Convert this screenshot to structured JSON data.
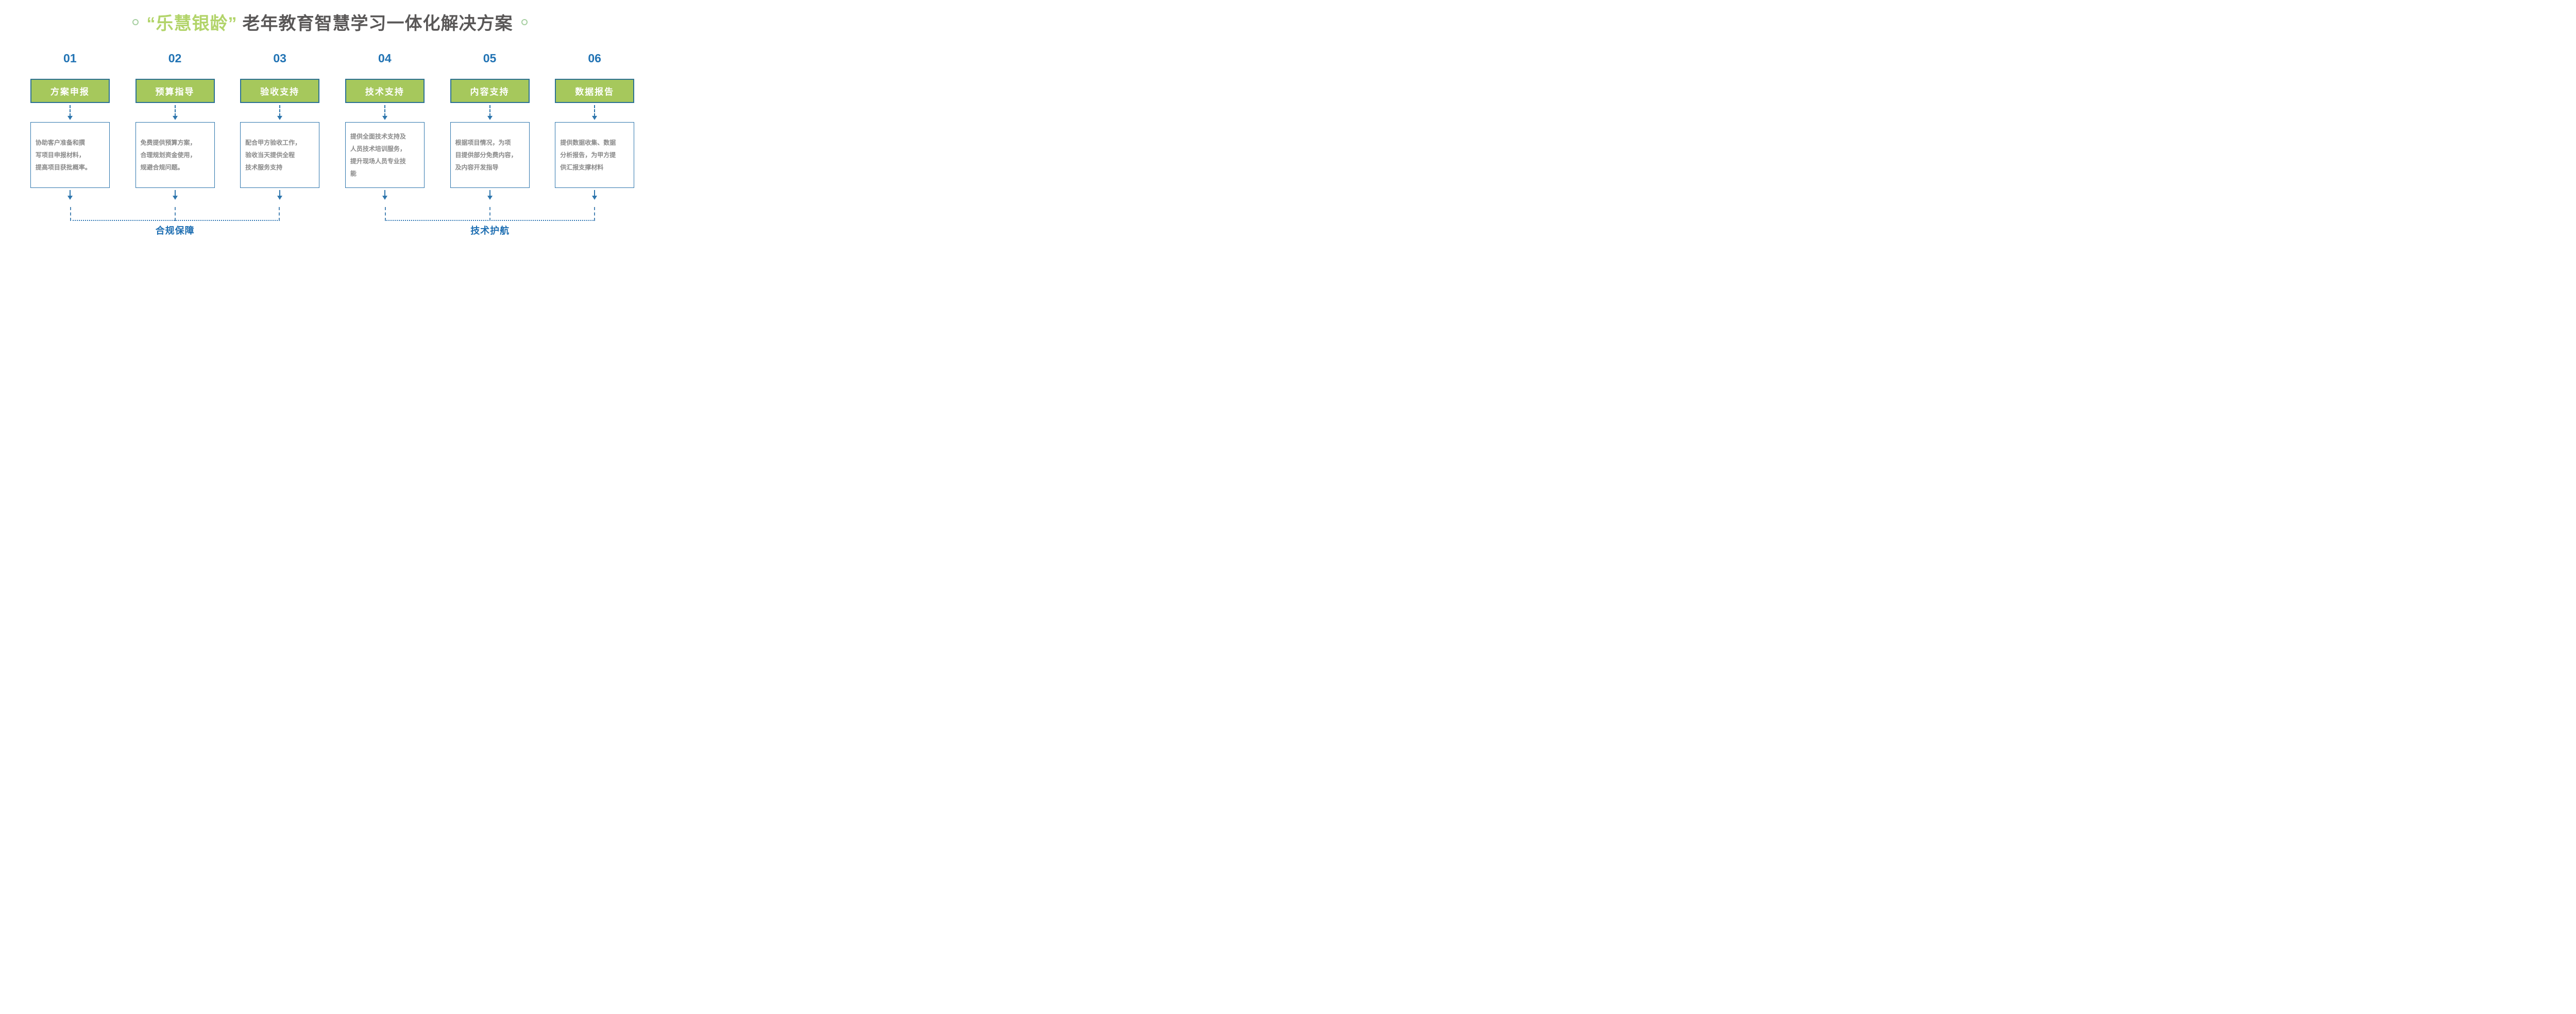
{
  "title": {
    "brand": "“乐慧银龄”",
    "rest": "老年教育智慧学习一体化解决方案"
  },
  "steps": [
    {
      "number": "01",
      "label": "方案申报",
      "desc": "协助客户准备和撰\n写项目申报材料，\n提高项目获批概率。"
    },
    {
      "number": "02",
      "label": "预算指导",
      "desc": "免费提供预算方案，\n合理规划资金使用，\n规避合规问题。"
    },
    {
      "number": "03",
      "label": "验收支持",
      "desc": "配合甲方验收工作，\n验收当天提供全程\n技术服务支持"
    },
    {
      "number": "04",
      "label": "技术支持",
      "desc": "提供全面技术支持及\n人员技术培训服务，\n提升现场人员专业技\n能"
    },
    {
      "number": "05",
      "label": "内容支持",
      "desc": "根据项目情况，为项\n目提供部分免费内容，\n及内容开发指导"
    },
    {
      "number": "06",
      "label": "数据报告",
      "desc": "提供数据收集、数据\n分析报告，为甲方提\n供汇报支撑材料"
    }
  ],
  "groups": [
    {
      "label": "合规保障"
    },
    {
      "label": "技术护航"
    }
  ],
  "colors": {
    "brand_green": "#b2d46a",
    "title_gray": "#595757",
    "box_green": "#a6c85c",
    "border_blue": "#2e76ad",
    "number_blue": "#2173b4",
    "label_blue": "#1f6fb2",
    "desc_gray": "#8a8a8a"
  }
}
